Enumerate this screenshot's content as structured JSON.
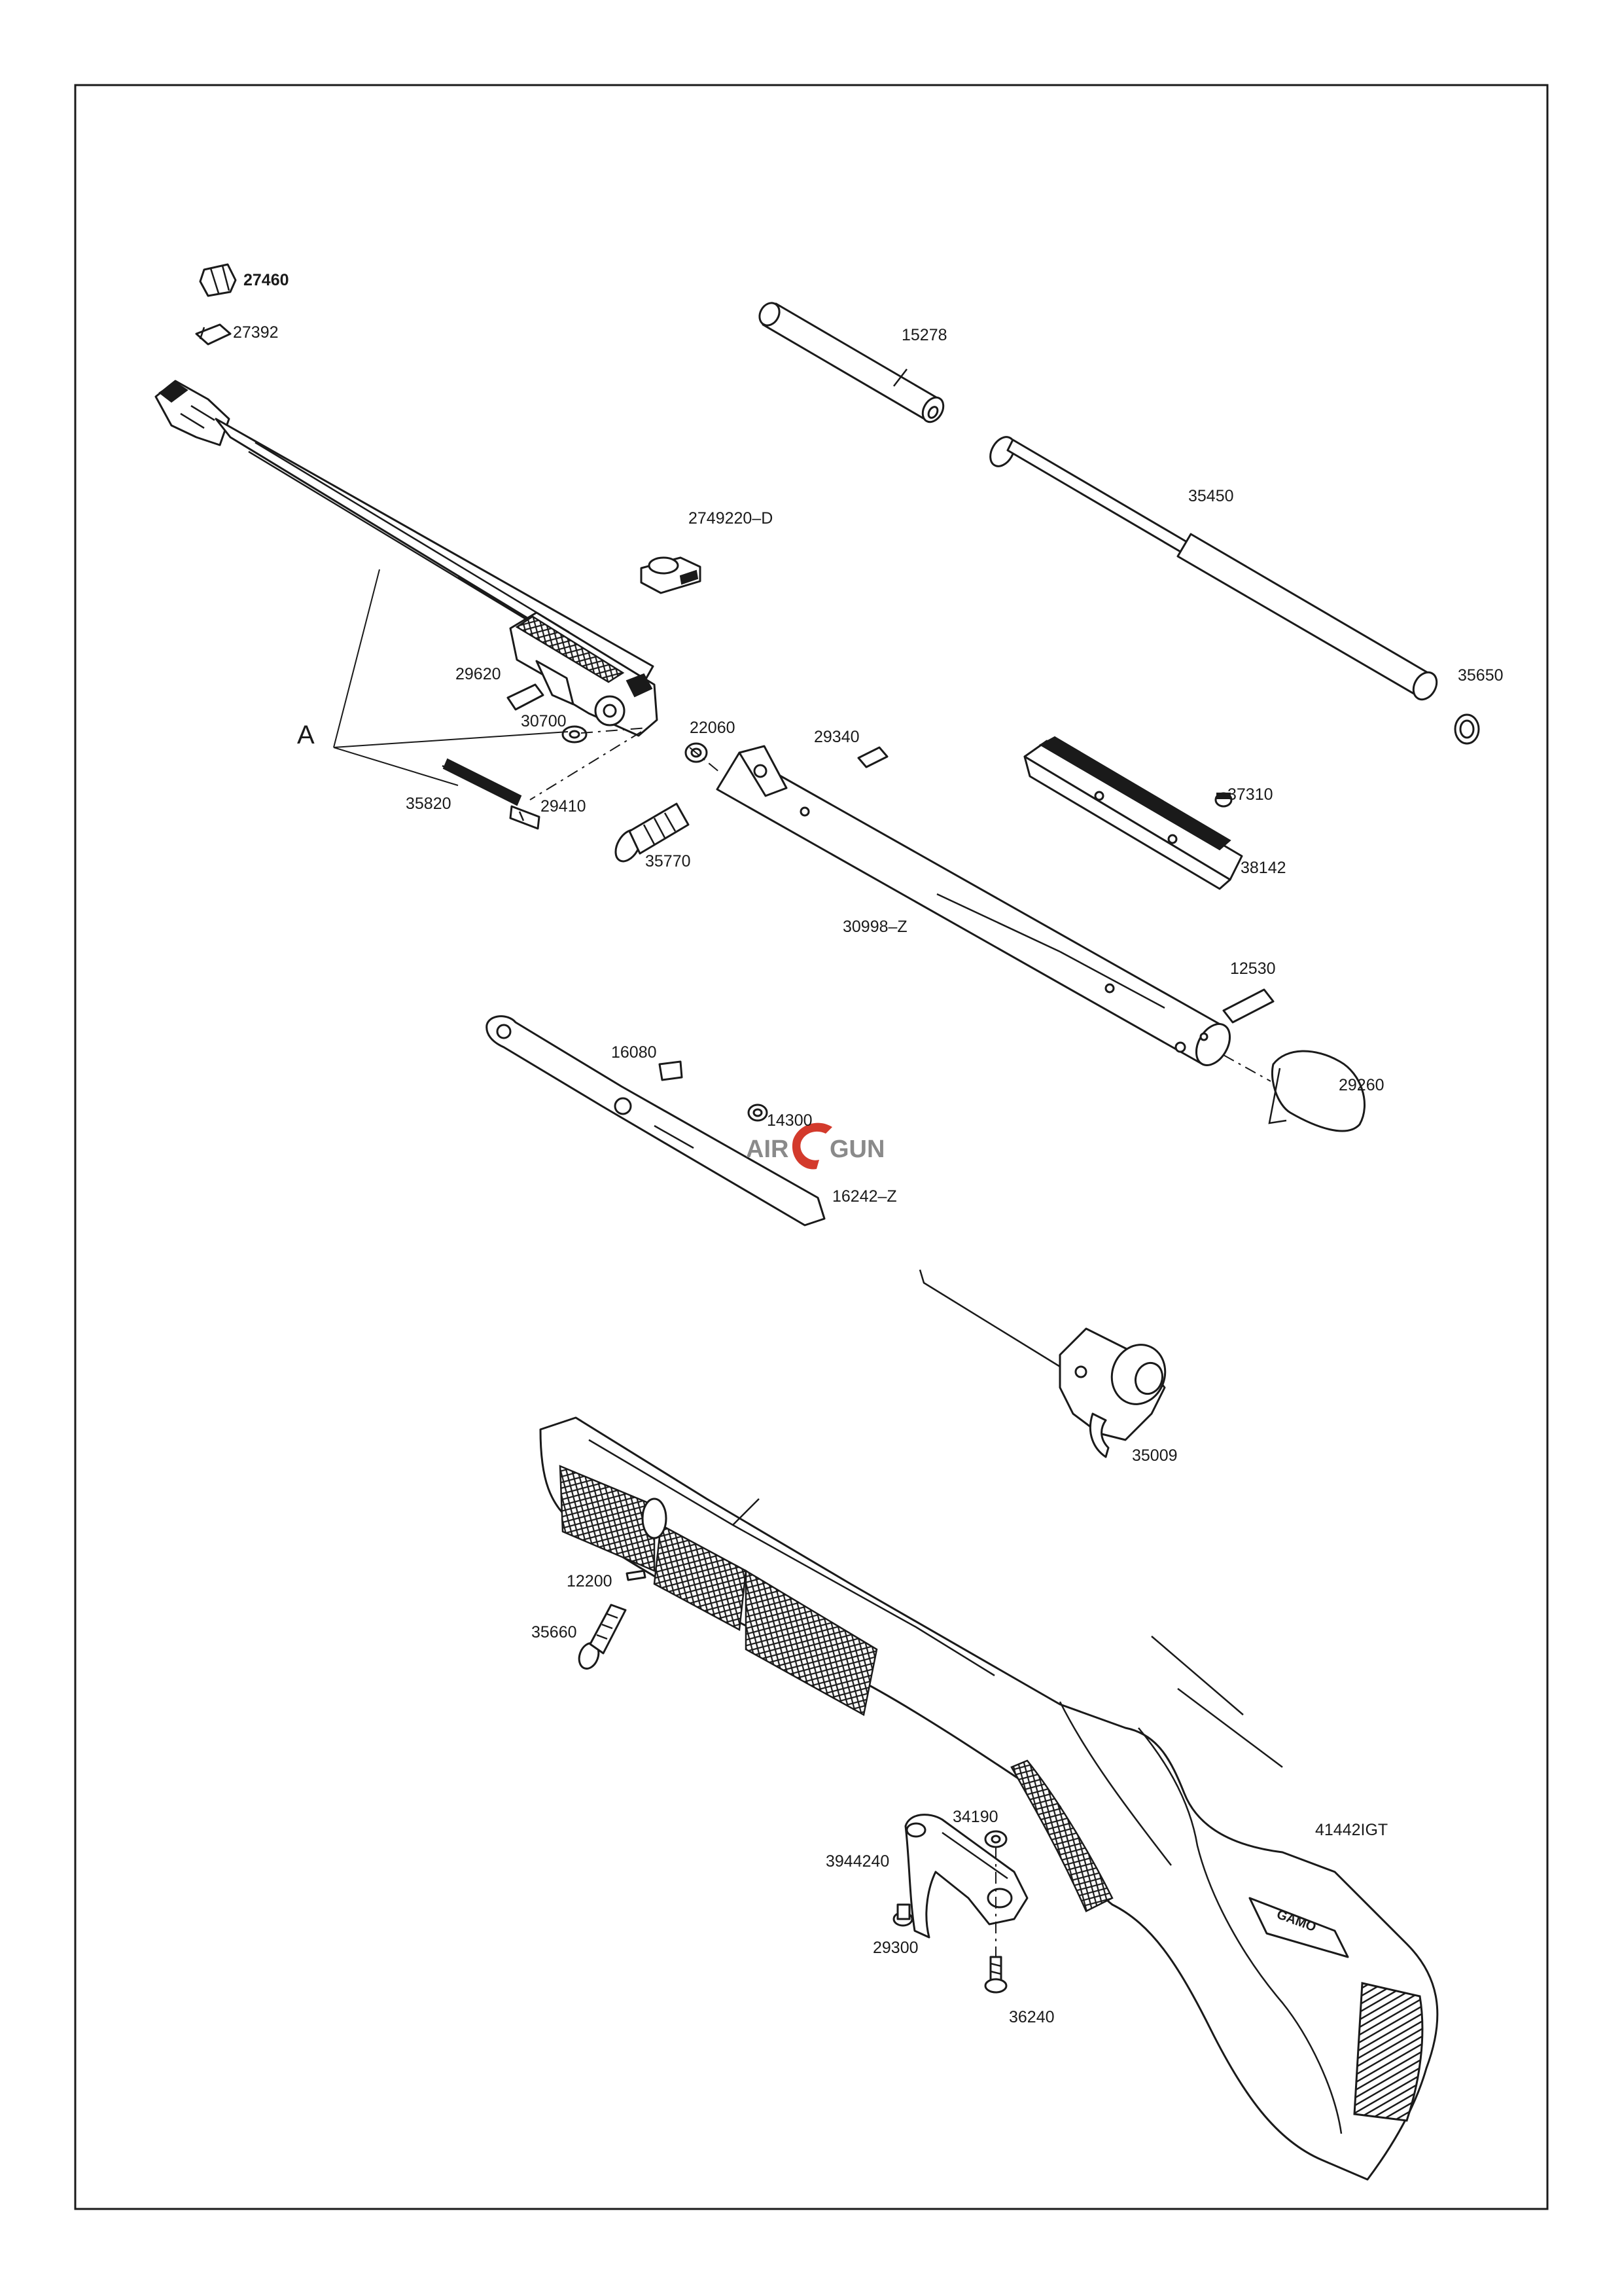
{
  "parts": {
    "p27460": "27460",
    "p27392": "27392",
    "p15278": "15278",
    "p35450": "35450",
    "p2749220D": "2749220–D",
    "p29620": "29620",
    "p35650": "35650",
    "p30700": "30700",
    "p22060": "22060",
    "p29340": "29340",
    "pA": "A",
    "p37310": "37310",
    "p35820": "35820",
    "p29410": "29410",
    "p35770": "35770",
    "p38142": "38142",
    "p30998Z": "30998–Z",
    "p12530": "12530",
    "p16080": "16080",
    "p29260": "29260",
    "p14300": "14300",
    "p16242Z": "16242–Z",
    "p35009": "35009",
    "p12200": "12200",
    "p35660": "35660",
    "p34190": "34190",
    "p3944240": "3944240",
    "p41442IGT": "41442IGT",
    "p29300": "29300",
    "p36240": "36240"
  },
  "watermark": {
    "left": "AIR",
    "right": "GUN",
    "accent_color": "#d33a2c",
    "text_color": "#8a8a8a"
  }
}
